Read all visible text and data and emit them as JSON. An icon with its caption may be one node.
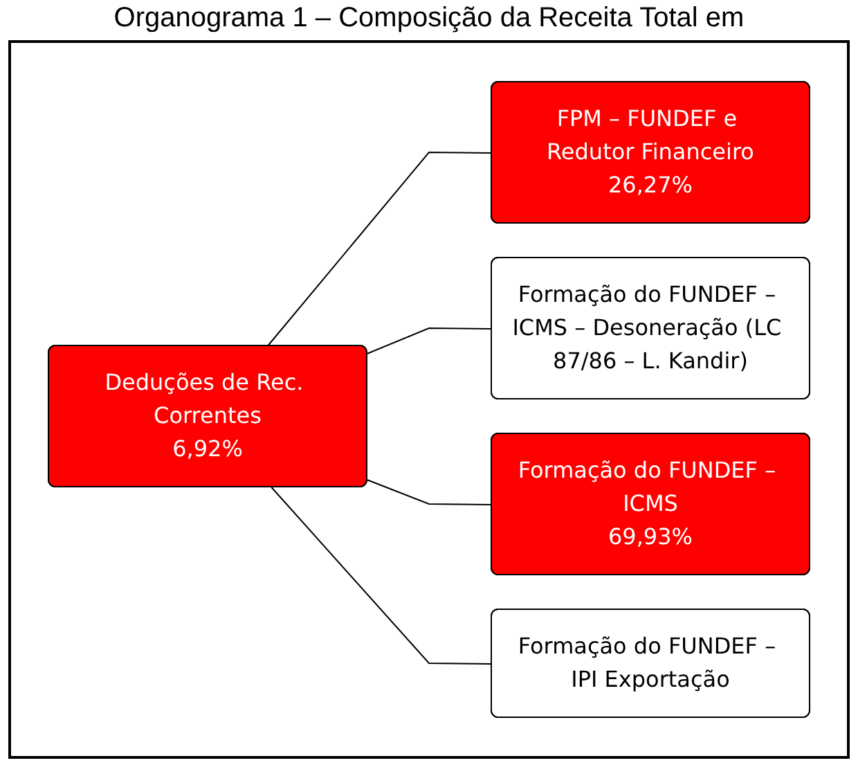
{
  "diagram": {
    "title": "Organograma 1 – Composição da Receita Total em",
    "nodes": [
      {
        "text": [
          "Deduções de Rec. Correntes",
          "6,92%"
        ]
      },
      {
        "text": [
          "FPM – FUNDEF e Redutor Financeiro",
          "26,27%"
        ]
      },
      {
        "text": [
          "Formação do FUNDEF – ICMS – Desoneração (LC 87/86 – L. Kandir)"
        ]
      },
      {
        "text": [
          "Formação do FUNDEF – ICMS",
          "69,93%"
        ]
      },
      {
        "text": [
          "Formação do FUNDEF – IPI Exportação"
        ]
      }
    ],
    "edges": [
      {
        "from": 0,
        "to": 1,
        "arrow": "none"
      },
      {
        "from": 0,
        "to": 2,
        "arrow": "none"
      },
      {
        "from": 0,
        "to": 3,
        "arrow": "none"
      },
      {
        "from": 0,
        "to": 4,
        "arrow": "none"
      }
    ]
  }
}
